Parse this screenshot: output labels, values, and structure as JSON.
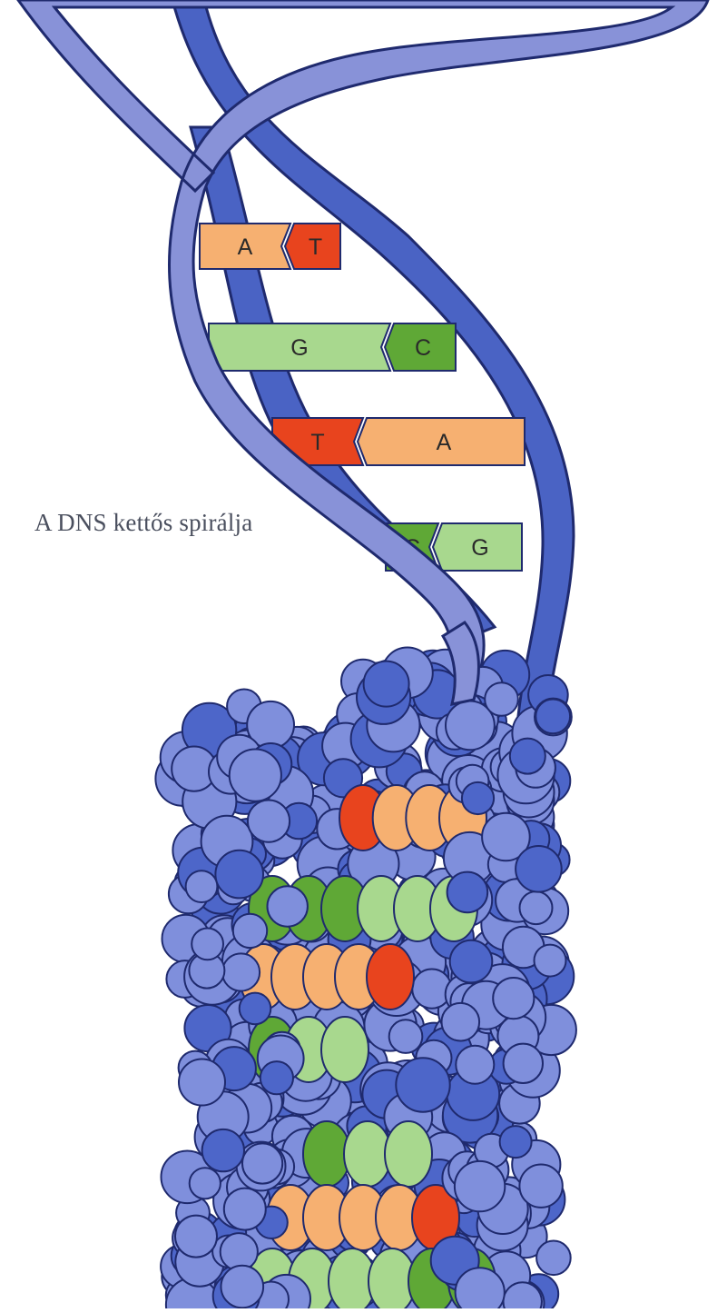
{
  "caption": "A DNS kettős spirálja",
  "base_pairs": [
    {
      "left": "A",
      "right": "T"
    },
    {
      "left": "G",
      "right": "C"
    },
    {
      "left": "T",
      "right": "A"
    },
    {
      "left": "C",
      "right": "G"
    }
  ],
  "colors": {
    "background": "#ffffff",
    "strand_front": "#8892d8",
    "strand_back": "#4a63c4",
    "strand_outline": "#1f2a6e",
    "adenine": "#f6b071",
    "thymine": "#e8441e",
    "guanine": "#a8d88e",
    "cytosine": "#5fa836",
    "atom_blue": "#7f8fdc",
    "atom_dark_blue": "#4d66c9",
    "caption_text": "#4a4f5e"
  }
}
